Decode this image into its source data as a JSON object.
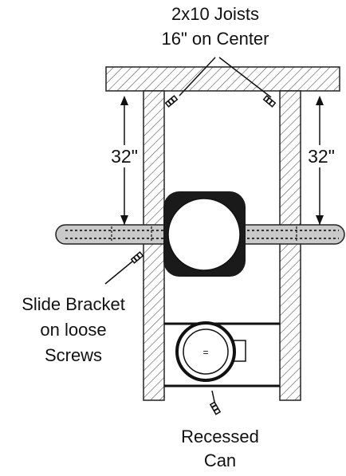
{
  "labels": {
    "joists_line1": "2x10 Joists",
    "joists_line2": "16\" on Center",
    "dim_left": "32\"",
    "dim_right": "32\"",
    "bracket_line1": "Slide Bracket",
    "bracket_line2": "on loose",
    "bracket_line3": "Screws",
    "can_line1": "Recessed",
    "can_line2": "Can"
  },
  "can_mark": "="
}
